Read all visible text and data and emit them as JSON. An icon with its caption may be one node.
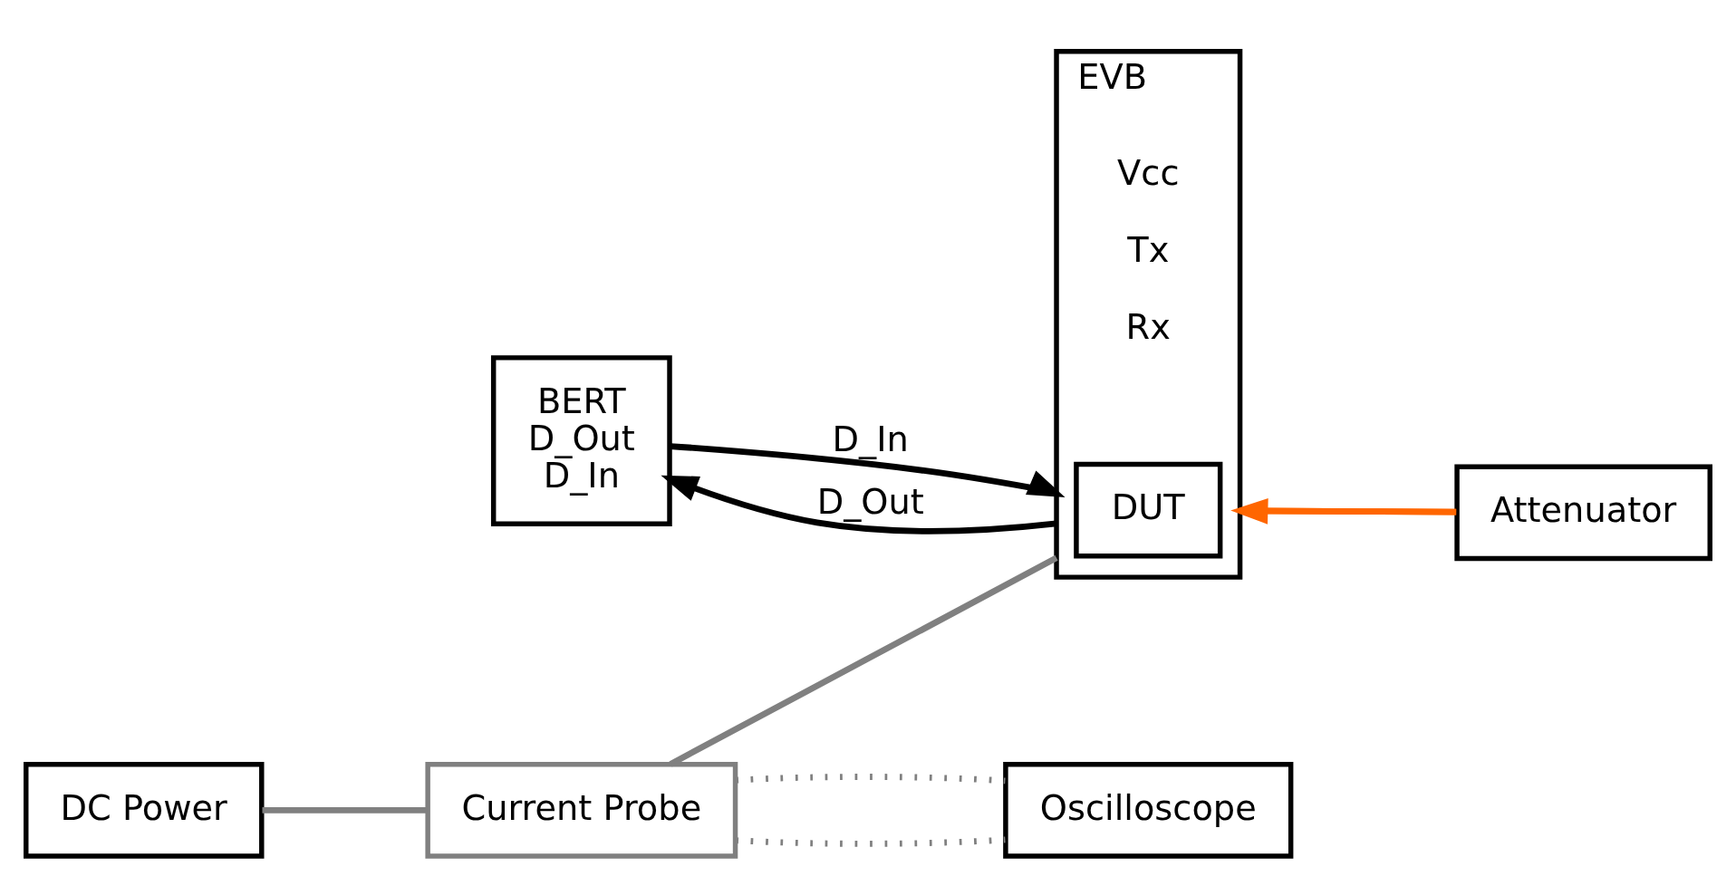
{
  "diagram": {
    "nodes": [
      {
        "text": [
          "BERT",
          "D_Out",
          "D_In"
        ]
      },
      {
        "text": [
          "EVB"
        ],
        "beside": [
          "Vcc",
          "Tx",
          "Rx"
        ]
      },
      {
        "text": [
          "DUT"
        ],
        "in": 1
      },
      {
        "text": [
          "DC Power"
        ]
      },
      {
        "text": [
          "Oscilloscope"
        ]
      },
      {
        "text": [
          "Current Probe"
        ]
      },
      {
        "text": [
          "Attenuator"
        ]
      }
    ],
    "edges": [
      {
        "from": 0,
        "to": 1,
        "arrow": "to",
        "label": "D_In",
        "color": "#000000"
      },
      {
        "from": 1,
        "to": 0,
        "arrow": "to",
        "label": "D_Out",
        "color": "#000000"
      },
      {
        "from": 3,
        "to": 5,
        "arrow": "none",
        "color": "#808080"
      },
      {
        "from": 5,
        "to": 1,
        "arrow": "none",
        "color": "#808080"
      },
      {
        "from": 5,
        "to": 4,
        "arrow": "none",
        "style": "dashed",
        "color": "#808080"
      },
      {
        "from": 5,
        "to": 4,
        "arrow": "none",
        "style": "dashed",
        "color": "#808080"
      },
      {
        "from": 1,
        "to": 6,
        "arrow": "none",
        "color": "#ff6600"
      },
      {
        "from": 6,
        "to": 1,
        "arrow": "to",
        "color": "#ff6600"
      }
    ]
  }
}
